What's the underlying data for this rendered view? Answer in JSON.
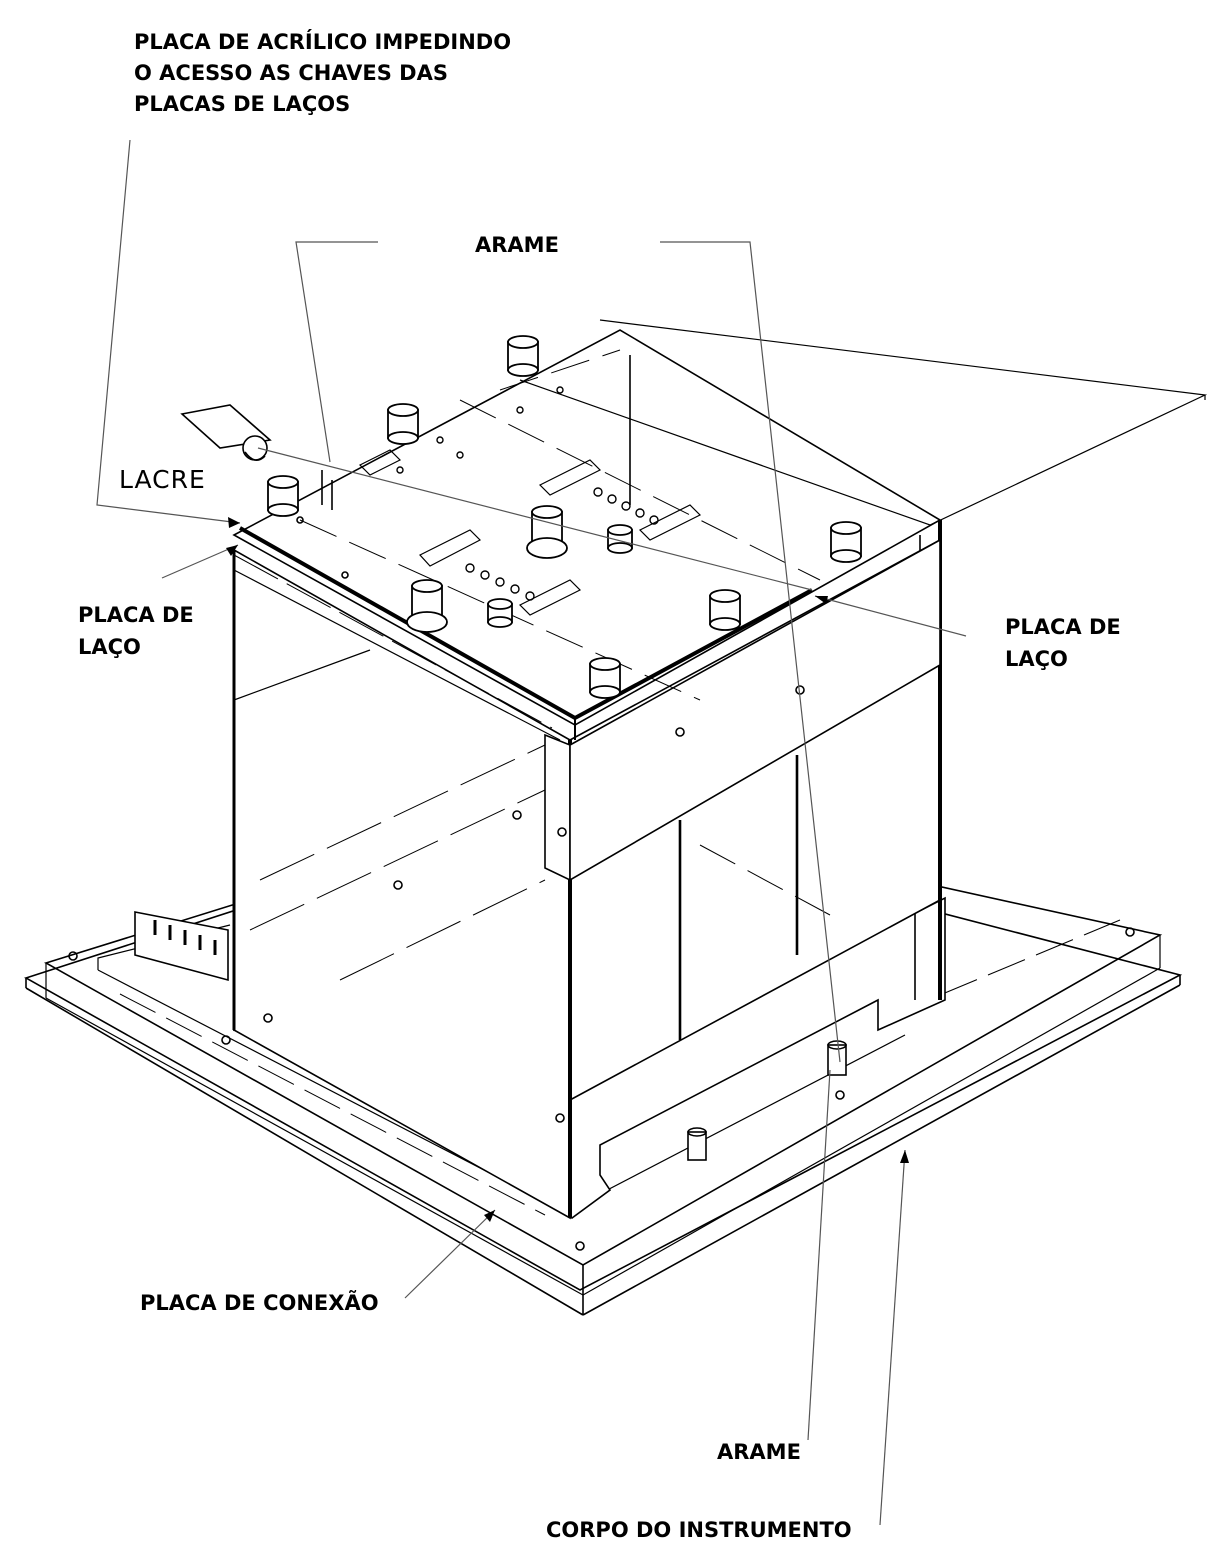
{
  "labels": {
    "acrylic_line1": "PLACA DE ACRÍLICO IMPEDINDO",
    "acrylic_line2": "O ACESSO AS CHAVES DAS",
    "acrylic_line3": "PLACAS DE LAÇOS",
    "arame_top": "ARAME",
    "lacre": "LACRE",
    "loop_left_line1": "PLACA DE",
    "loop_left_line2": "LAÇO",
    "loop_right_line1": "PLACA DE",
    "loop_right_line2": "LAÇO",
    "connection_plate": "PLACA DE CONEXÃO",
    "arame_bottom": "ARAME",
    "instrument_body": "CORPO DO INSTRUMENTO"
  },
  "colors": {
    "ink": "#000000",
    "leader": "#555555",
    "background": "#ffffff"
  }
}
